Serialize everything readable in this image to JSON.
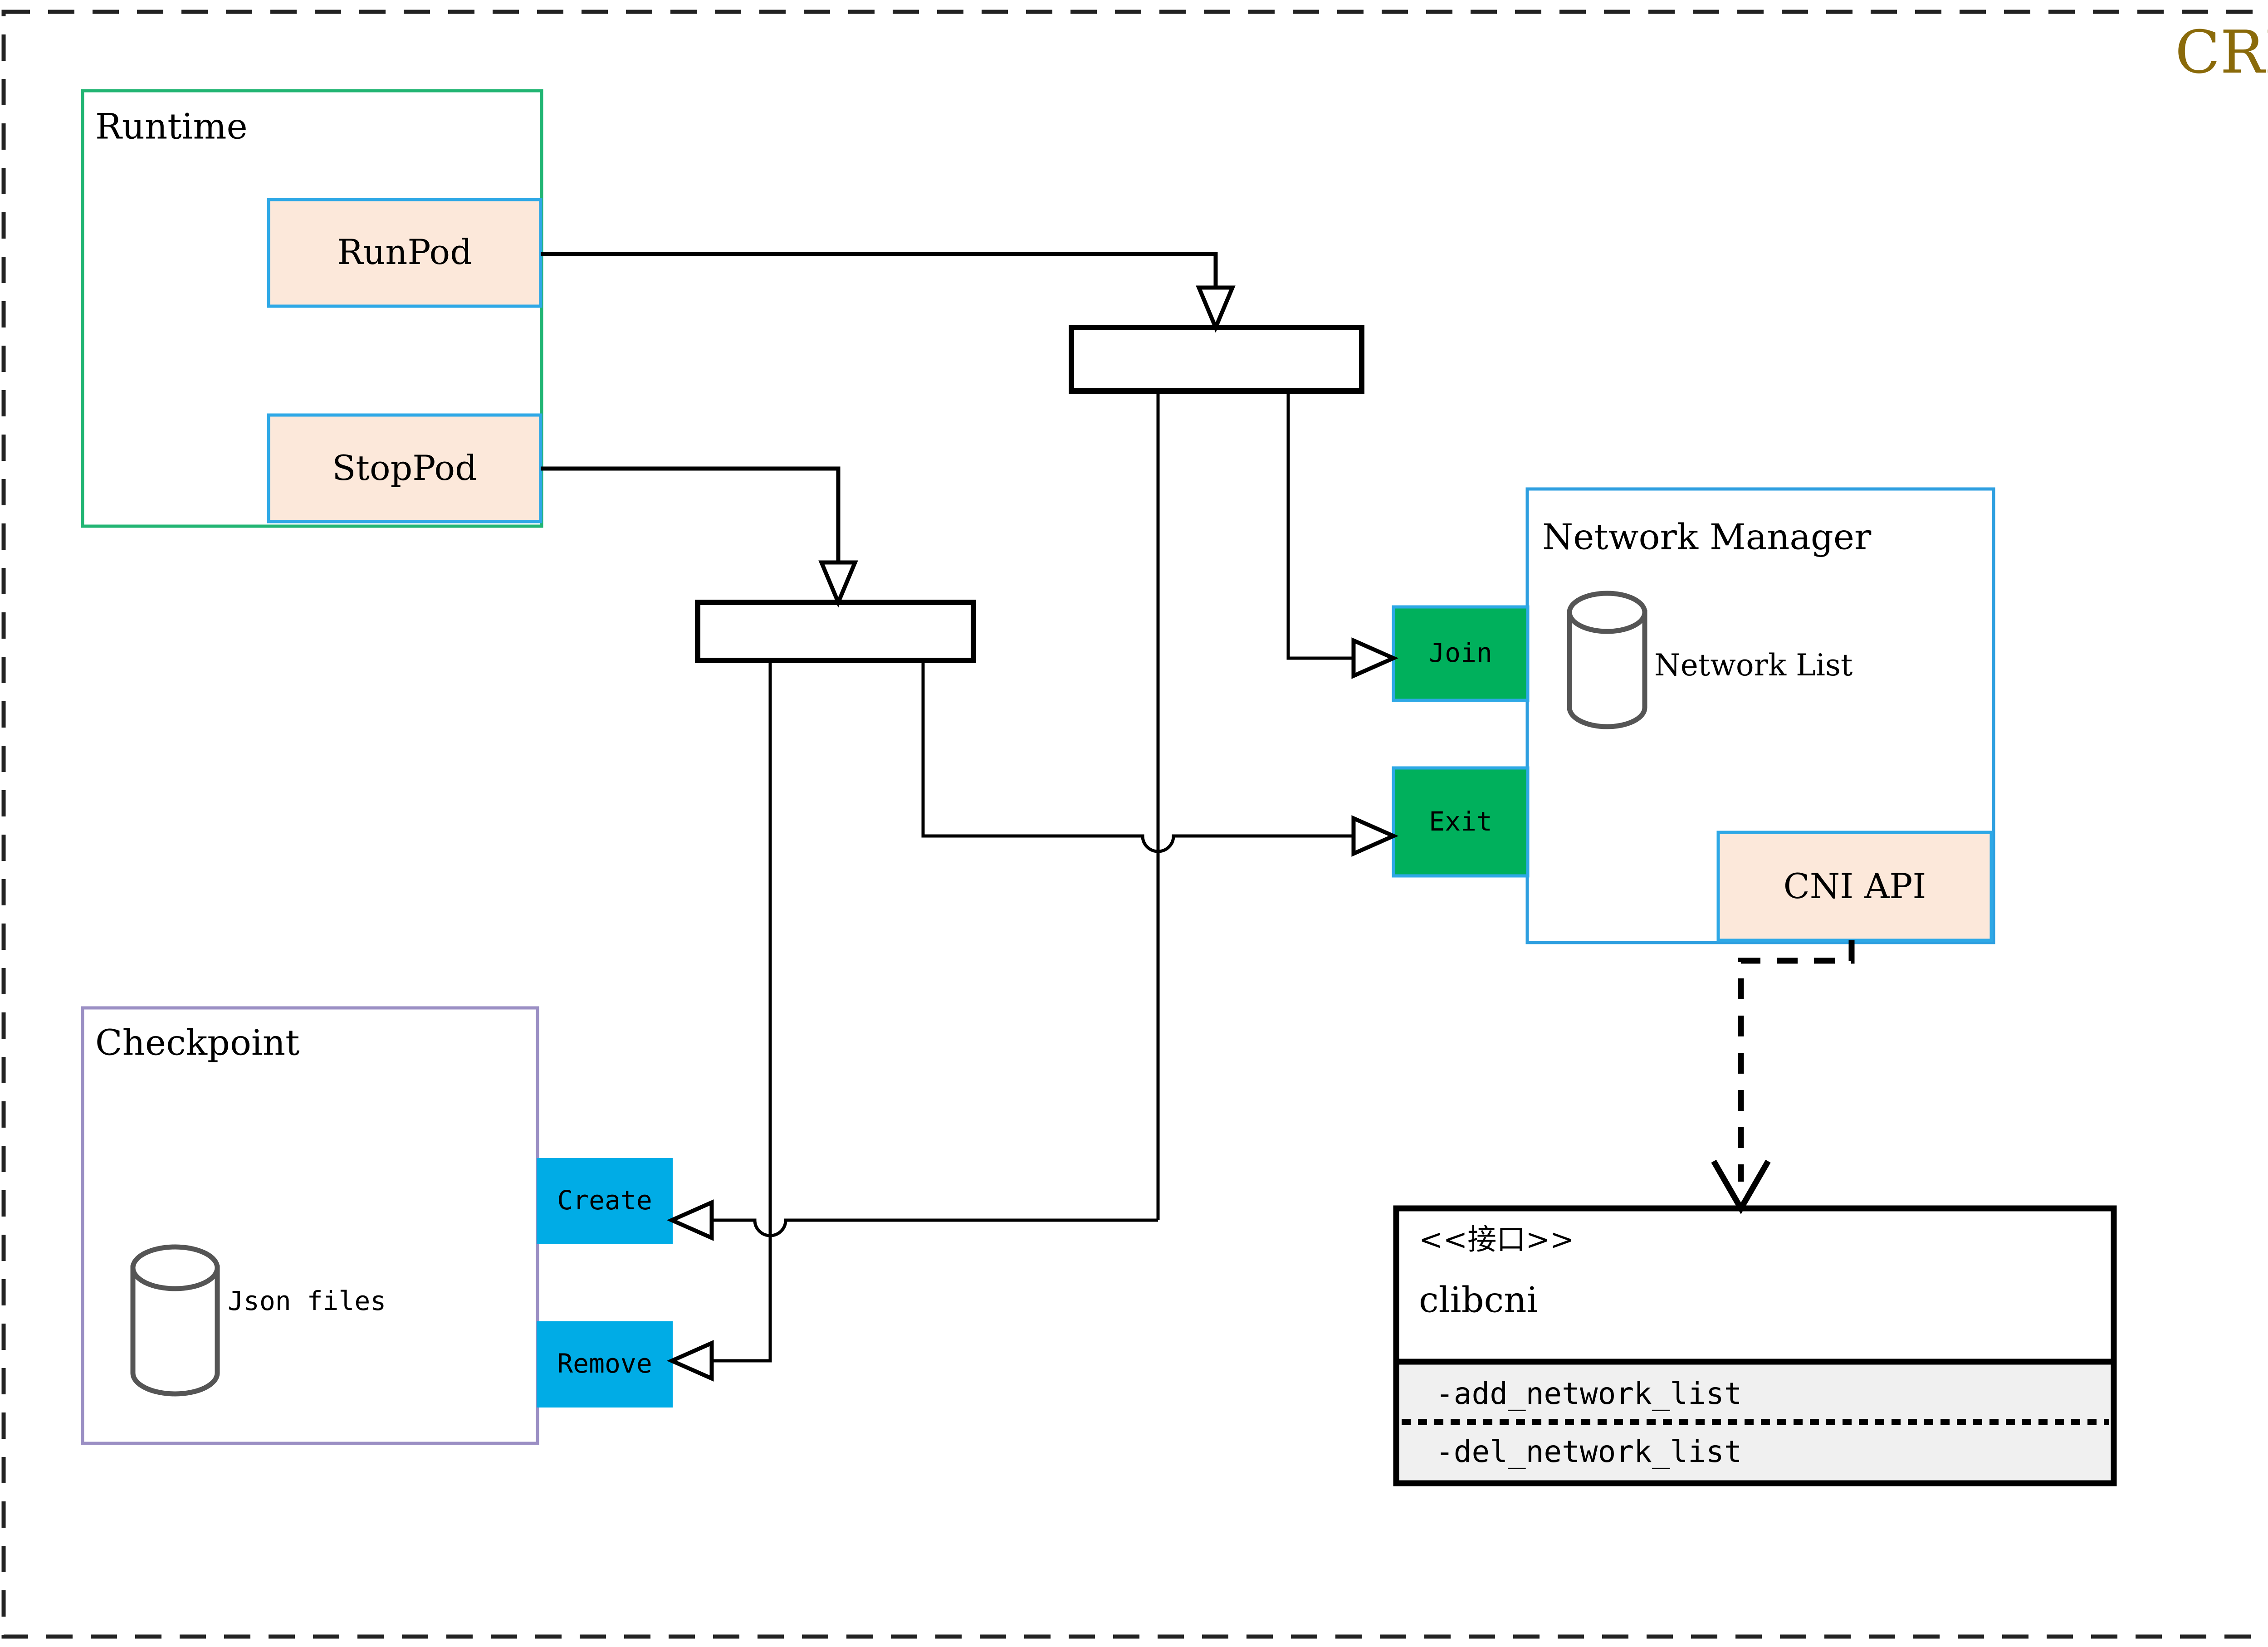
{
  "diagram": {
    "title": "CRI",
    "title_color": "#8a6a0a",
    "type": "uml-activity-component-diagram",
    "outer_border": "dashed",
    "containers": [
      {
        "id": "runtime",
        "label": "Runtime",
        "border_color": "#22b573",
        "fill": "#ffffff"
      },
      {
        "id": "netmgr",
        "label": "Network Manager",
        "border_color": "#2e9fe0",
        "fill": "#ffffff"
      },
      {
        "id": "checkpoint",
        "label": "Checkpoint",
        "border_color": "#9b8fc4",
        "fill": "#ffffff"
      }
    ],
    "nodes": [
      {
        "id": "runpod",
        "label": "RunPod",
        "fill": "#fce8da",
        "border_color": "#2ea8e6",
        "style": "peach-box"
      },
      {
        "id": "stoppod",
        "label": "StopPod",
        "fill": "#fce8da",
        "border_color": "#2ea8e6",
        "style": "peach-box"
      },
      {
        "id": "join",
        "label": "Join",
        "fill": "#00b05c",
        "border_color": "#2ea8e6",
        "style": "green-box"
      },
      {
        "id": "exit",
        "label": "Exit",
        "fill": "#00b05c",
        "border_color": "#2ea8e6",
        "style": "green-box"
      },
      {
        "id": "cniapi",
        "label": "CNI API",
        "fill": "#fce8da",
        "border_color": "#2ea8e6",
        "style": "peach-box"
      },
      {
        "id": "create",
        "label": "Create",
        "fill": "#00ace6",
        "border_color": "#00ace6",
        "style": "blue-box"
      },
      {
        "id": "remove",
        "label": "Remove",
        "fill": "#00ace6",
        "border_color": "#00ace6",
        "style": "blue-box"
      }
    ],
    "fork_bars": [
      {
        "id": "fork-top",
        "label": ""
      },
      {
        "id": "fork-bottom",
        "label": ""
      }
    ],
    "datastores": [
      {
        "id": "network-list-store",
        "label": "Network List"
      },
      {
        "id": "json-files-store",
        "label": "Json files"
      }
    ],
    "interface": {
      "stereotype": "<<接口>>",
      "name": "clibcni",
      "compartment_fill": "#f0f0f0",
      "methods": [
        "-add_network_list",
        "-del_network_list"
      ]
    }
  }
}
